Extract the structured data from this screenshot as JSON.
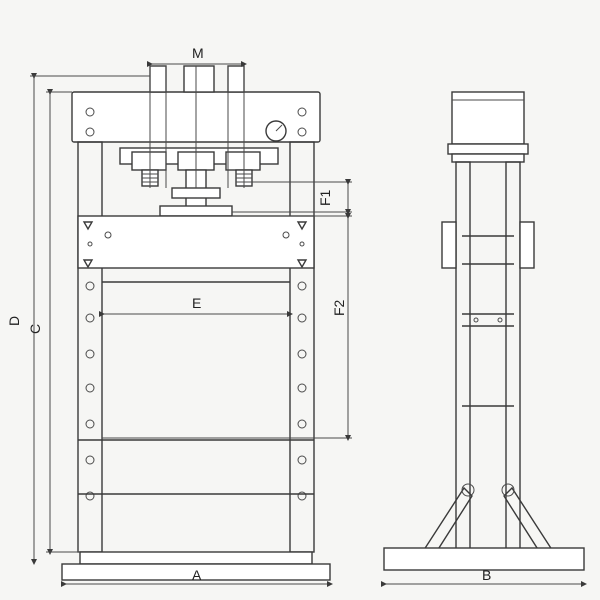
{
  "diagram": {
    "labels": {
      "M": "M",
      "D": "D",
      "C": "C",
      "E": "E",
      "F1": "F1",
      "F2": "F2",
      "A": "A",
      "B": "B"
    }
  }
}
